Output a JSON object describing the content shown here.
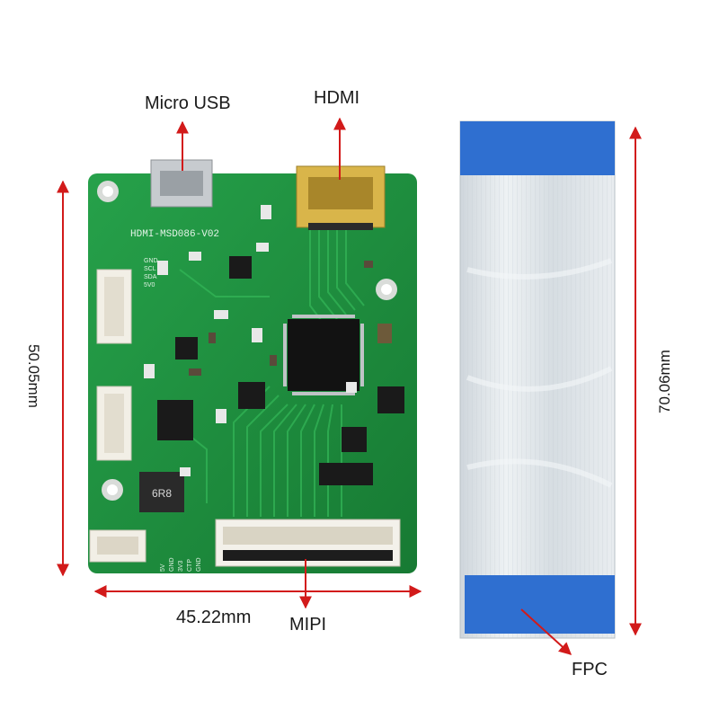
{
  "labels": {
    "micro_usb": "Micro USB",
    "hdmi": "HDMI",
    "mipi": "MIPI",
    "fpc": "FPC",
    "width": "45.22mm",
    "height": "50.05mm",
    "cable_length": "70.06mm"
  },
  "board_text": {
    "model": "HDMI-MSD086-V02",
    "inductor": "6R8",
    "pins_top": [
      "GND",
      "SCL",
      "SDA",
      "5V0"
    ],
    "pins_bottom": [
      "5V",
      "GND",
      "3V3",
      "CTP",
      "GND"
    ]
  },
  "colors": {
    "pcb": "#1f8a3c",
    "arrow": "#d21a1a",
    "fpc_blue": "#2f6fd0",
    "fpc_silver": "#dde3e8"
  }
}
